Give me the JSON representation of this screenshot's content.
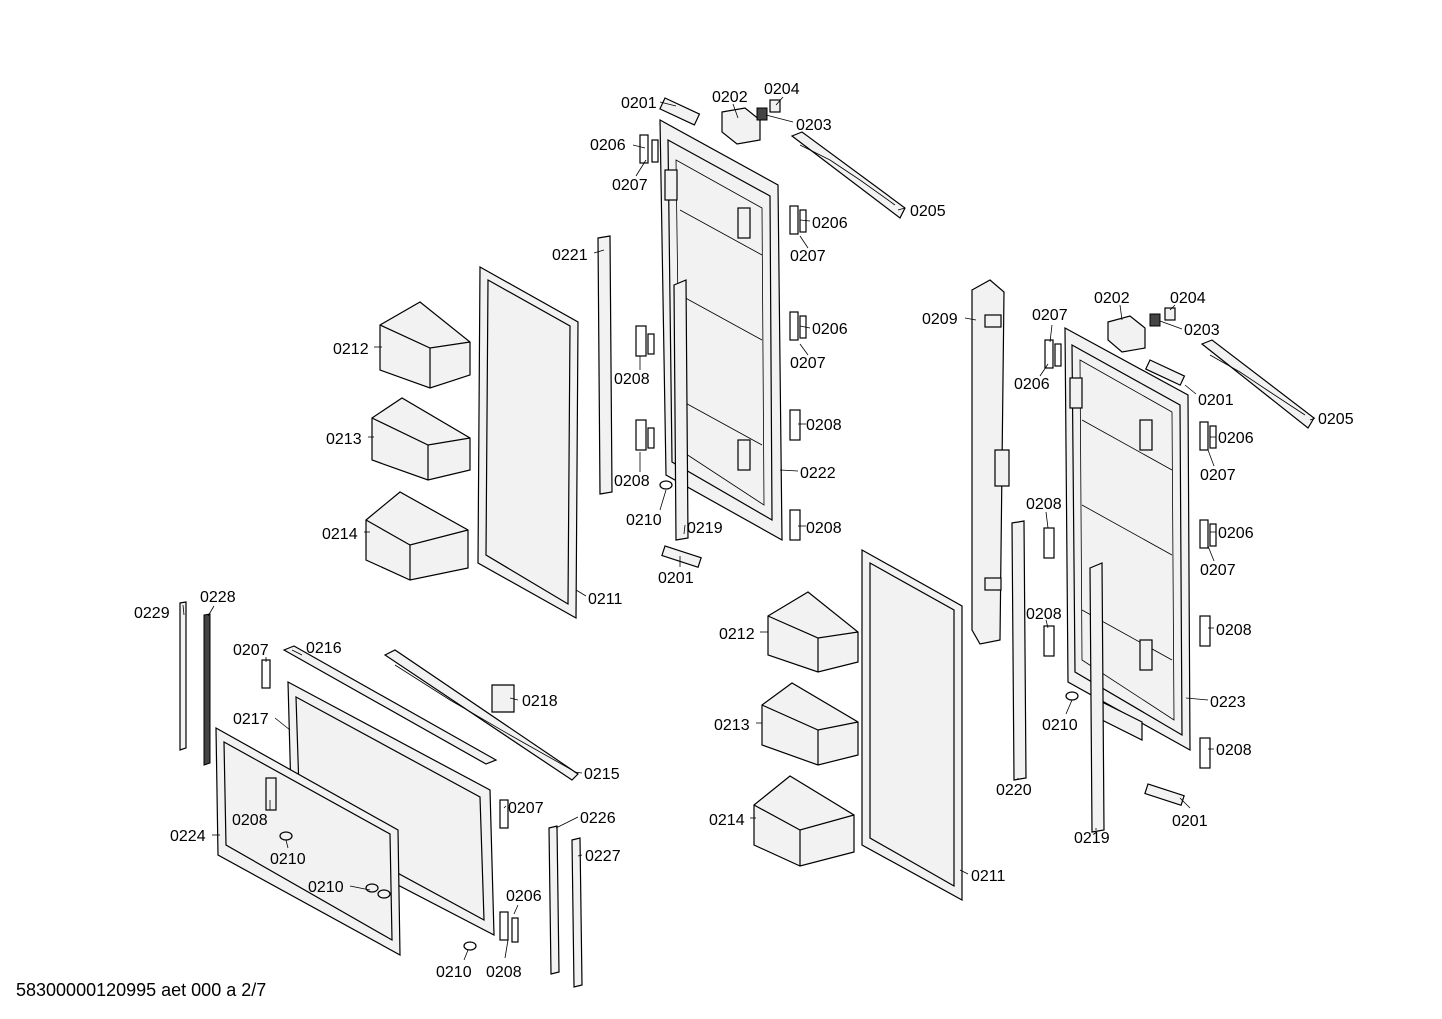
{
  "footer_text": "58300000120995 aet 000 a 2/7",
  "labels": {
    "a0201": "0201",
    "a0202": "0202",
    "a0204": "0204",
    "a0203": "0203",
    "a0206": "0206",
    "a0207": "0207",
    "a0205": "0205",
    "a0206b": "0206",
    "a0207b": "0207",
    "a0221": "0221",
    "a0206c": "0206",
    "a0207c": "0207",
    "a0212": "0212",
    "a0208": "0208",
    "a0208b": "0208",
    "a0213": "0213",
    "a0222": "0222",
    "a0208c": "0208",
    "a0208d": "0208",
    "a0210": "0210",
    "a0219": "0219",
    "a0214": "0214",
    "a0201b": "0201",
    "a0211": "0211",
    "b0209": "0209",
    "b0207": "0207",
    "b0202": "0202",
    "b0204": "0204",
    "b0203": "0203",
    "b0206": "0206",
    "b0201": "0201",
    "b0205": "0205",
    "b0206b": "0206",
    "b0207b": "0207",
    "b0208": "0208",
    "b0206c": "0206",
    "b0207c": "0207",
    "b0212": "0212",
    "b0208b": "0208",
    "b0208c": "0208",
    "b0223": "0223",
    "b0210": "0210",
    "b0213": "0213",
    "b0208d": "0208",
    "b0220": "0220",
    "b0214": "0214",
    "b0219": "0219",
    "b0201b": "0201",
    "b0211": "0211",
    "c0229": "0229",
    "c0228": "0228",
    "c0207": "0207",
    "c0216": "0216",
    "c0218": "0218",
    "c0217": "0217",
    "c0215": "0215",
    "c0208": "0208",
    "c0207b": "0207",
    "c0226": "0226",
    "c0224": "0224",
    "c0210": "0210",
    "c0227": "0227",
    "c0210b": "0210",
    "c0206": "0206",
    "c0210c": "0210",
    "c0208b": "0208"
  }
}
